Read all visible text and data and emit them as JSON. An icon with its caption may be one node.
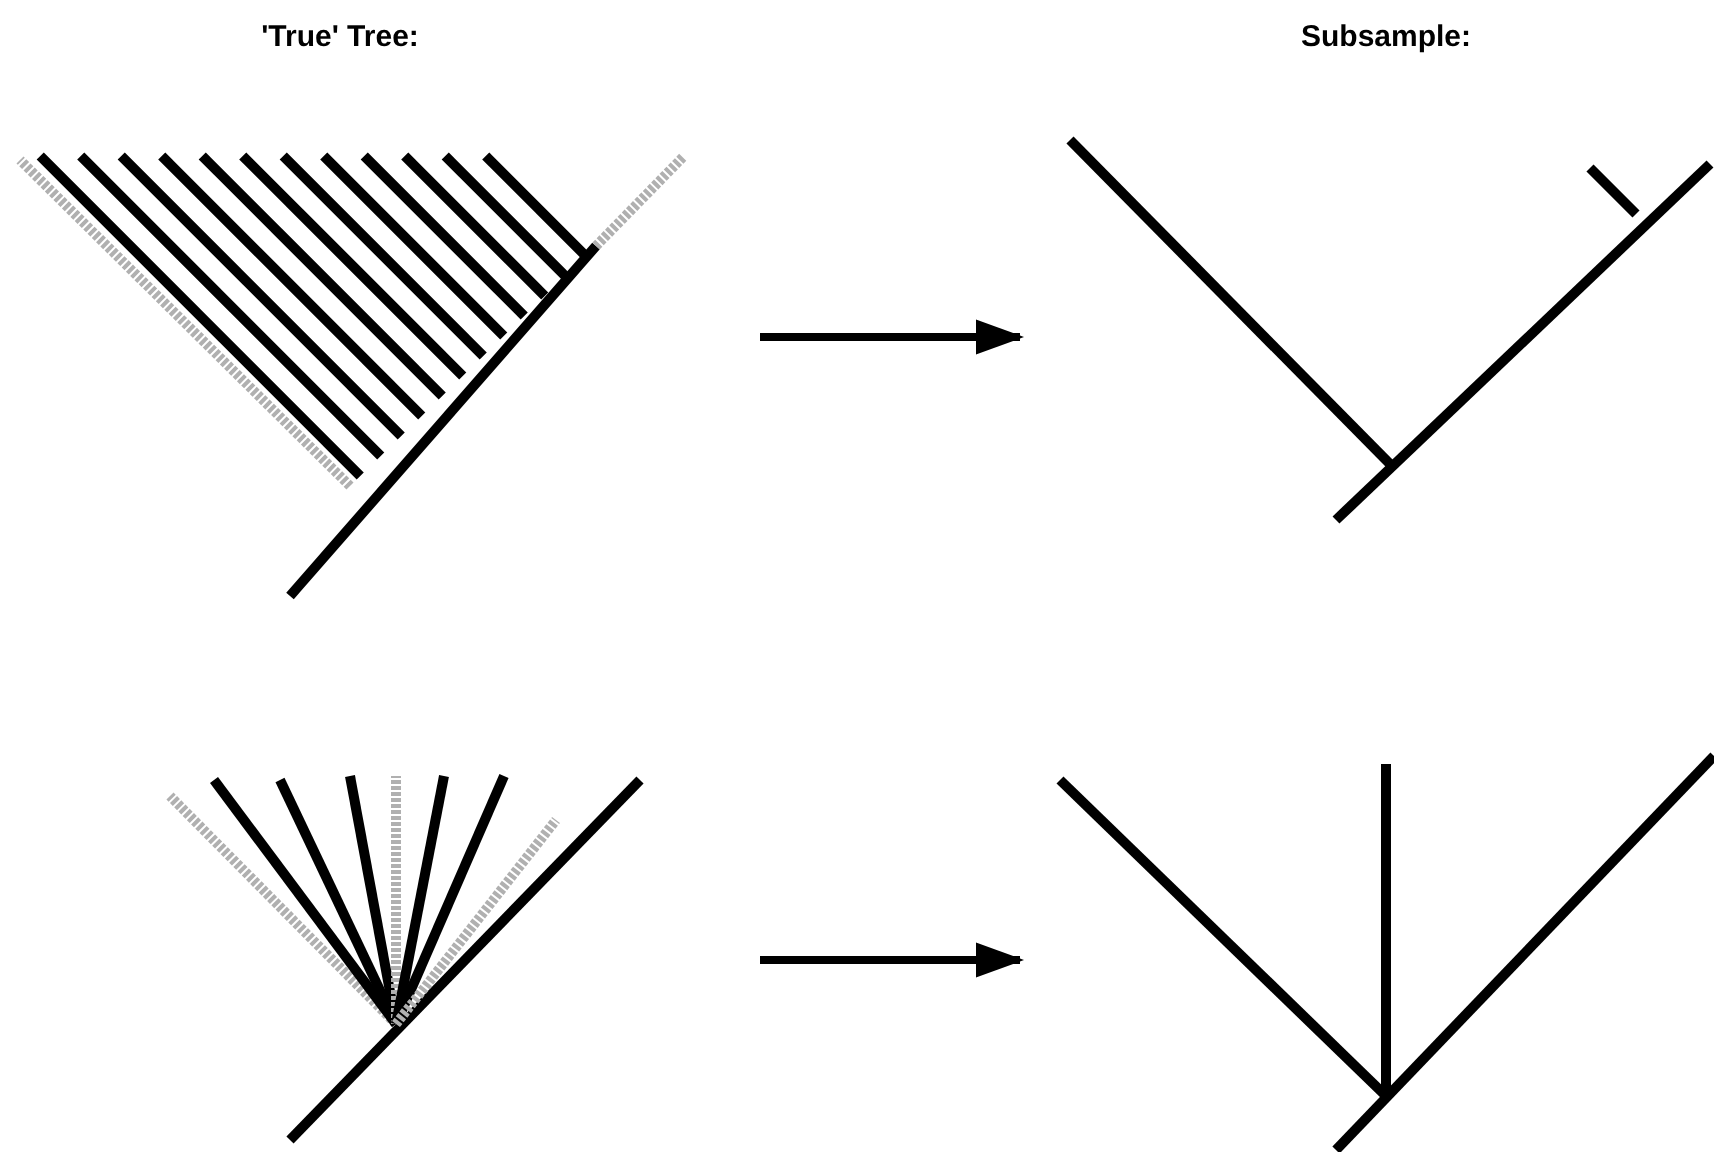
{
  "diagram": {
    "nodes": [
      {
        "text": [],
        "shape": "picture"
      },
      {
        "text": [],
        "shape": "picture"
      },
      {
        "text": [],
        "shape": "picture"
      },
      {
        "text": [],
        "shape": "picture"
      }
    ],
    "edges": [
      {
        "from": 0,
        "to": 1,
        "arrow": "to"
      },
      {
        "from": 2,
        "to": 3,
        "arrow": "to"
      }
    ],
    "labels": [
      "'True' Tree:",
      "Subsample:"
    ]
  }
}
